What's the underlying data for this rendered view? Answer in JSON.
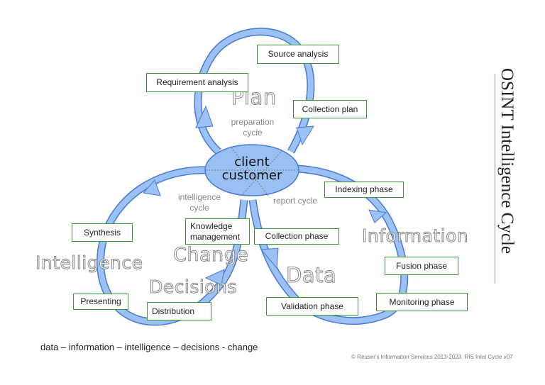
{
  "title": "OSINT Intelligence Cycle",
  "center": {
    "line1": "client",
    "line2": "customer"
  },
  "cycles": {
    "plan": {
      "word": "Plan",
      "label1": "preparation",
      "label2": "cycle"
    },
    "intelligence": {
      "label1": "intelligence",
      "label2": "cycle"
    },
    "report": {
      "label": "report cycle"
    }
  },
  "stage_words": {
    "plan": "Plan",
    "intelligence": "Intelligence",
    "change": "Change",
    "decisions": "Decisions",
    "data": "Data",
    "information": "Information"
  },
  "boxes": {
    "requirement_analysis": "Requirement analysis",
    "source_analysis": "Source analysis",
    "collection_plan": "Collection plan",
    "indexing_phase": "Indexing phase",
    "collection_phase": "Collection phase",
    "fusion_phase": "Fusion phase",
    "validation_phase": "Validation phase",
    "monitoring_phase": "Monitoring phase",
    "synthesis": "Synthesis",
    "knowledge_line1": "Knowledge",
    "knowledge_line2": "management",
    "presenting": "Presenting",
    "distribution": "Distribution"
  },
  "footer": "data – information – intelligence – decisions - change",
  "copyright": "© Reuser's Information Services 2013-2023. RIS Intel Cycle v07",
  "colors": {
    "ring": "#9cc2f5",
    "ring_stroke": "#4a78d8",
    "box_border": "#3a9a3a",
    "center_fill": "#99c0f2"
  }
}
